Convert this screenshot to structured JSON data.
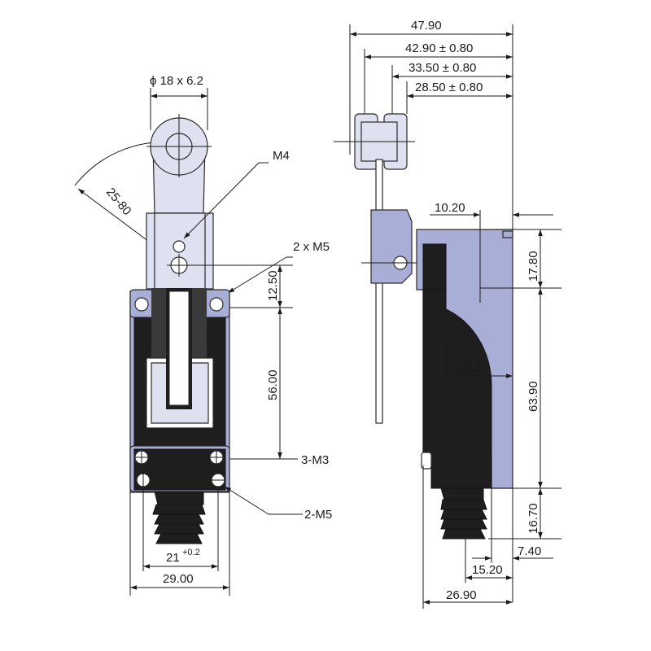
{
  "colors": {
    "line": "#1a1a1a",
    "body_dark": "#1e1e1e",
    "lavender": "#a9aed6",
    "lavender_light": "#dfe1f0"
  },
  "front_view": {
    "roller_dim": "ϕ 18 x 6.2",
    "angle_range": "25-80",
    "m4_label": "M4",
    "m5_label": "2 x M5",
    "dim_12_50": "12.50",
    "dim_56_00": "56.00",
    "m3_label": "3-M3",
    "m5b_label": "2-M5",
    "dim_21_base": "21",
    "dim_21_tol": "+0.2",
    "dim_29_00": "29.00"
  },
  "side_view": {
    "dim_47_90": "47.90",
    "dim_42_90": "42.90 ± 0.80",
    "dim_33_50": "33.50 ± 0.80",
    "dim_28_50": "28.50 ± 0.80",
    "dim_10_20": "10.20",
    "dim_17_80": "17.80",
    "dim_20_3": "20.3",
    "dim_63_90": "63.90",
    "dim_16_70": "16.70",
    "dim_7_40": "7.40",
    "dim_15_20": "15.20",
    "dim_26_90": "26.90"
  }
}
